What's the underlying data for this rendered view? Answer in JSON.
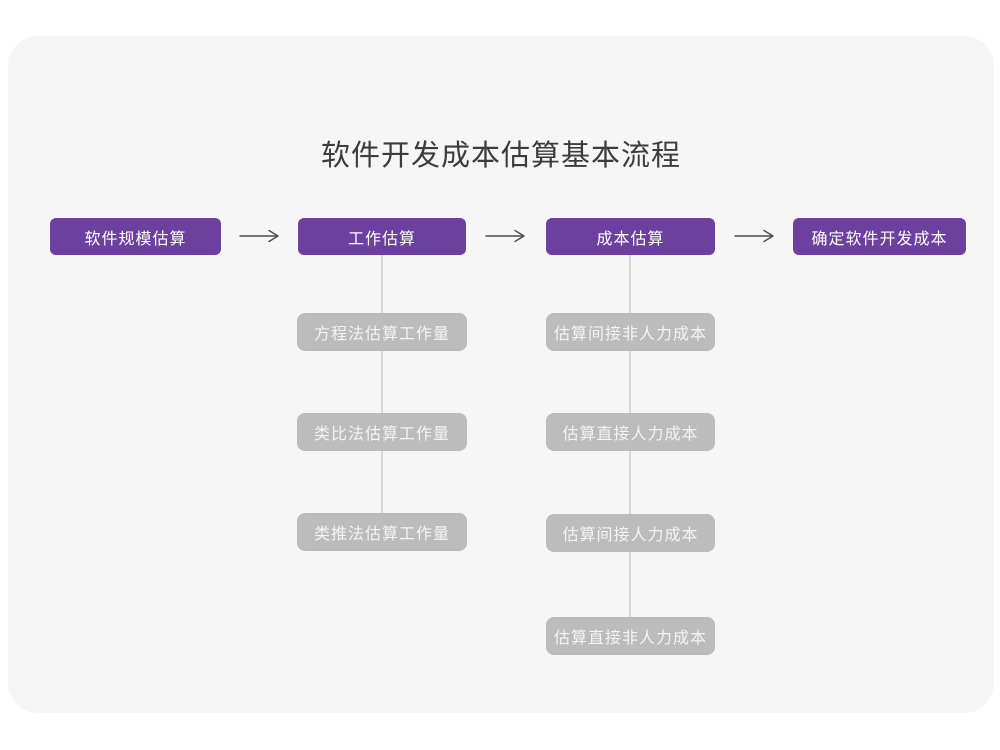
{
  "title": "软件开发成本估算基本流程",
  "colors": {
    "page_bg": "#ffffff",
    "card_bg": "#f6f6f7",
    "purple": "#6b409e",
    "gray_box": "#bcbcbc",
    "box_text": "#ffffff",
    "gray_box_text": "#f4f4f4",
    "title_text": "#3c3c3c",
    "arrow": "#4c4c4c",
    "connector": "#d6d6d6"
  },
  "flow": {
    "steps": [
      {
        "label": "软件规模估算",
        "children": []
      },
      {
        "label": "工作估算",
        "children": [
          "方程法估算工作量",
          "类比法估算工作量",
          "类推法估算工作量"
        ]
      },
      {
        "label": "成本估算",
        "children": [
          "估算间接非人力成本",
          "估算直接人力成本",
          "估算间接人力成本",
          "估算直接非人力成本"
        ]
      },
      {
        "label": "确定软件开发成本",
        "children": []
      }
    ]
  }
}
